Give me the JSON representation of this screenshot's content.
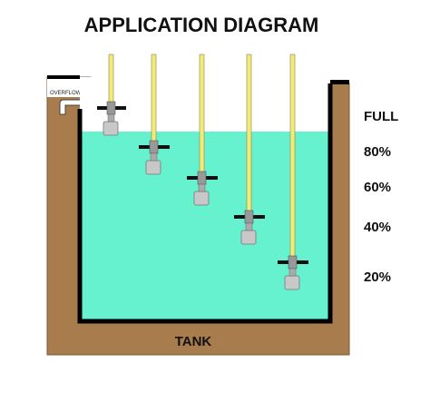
{
  "title": "APPLICATION DIAGRAM",
  "tank_label": "TANK",
  "overflow_label": "OVERFLOW",
  "levels": [
    "FULL",
    "80%",
    "60%",
    "40%",
    "20%"
  ],
  "colors": {
    "tank_wall": "#a87c4c",
    "tank_outline": "#000000",
    "water": "#66f2cf",
    "rod": "#f2ea7a",
    "switch_body": "#c8c8c8",
    "flange": "#111111"
  }
}
